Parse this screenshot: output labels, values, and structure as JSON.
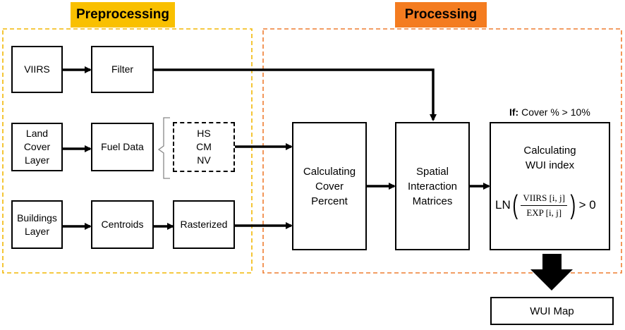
{
  "sections": {
    "preprocessing": {
      "label": "Preprocessing",
      "color": "#f9c000",
      "border_color": "#f2b705"
    },
    "processing": {
      "label": "Processing",
      "color": "#f47c20",
      "border_color": "#ee7d31"
    }
  },
  "nodes": {
    "viirs": "VIIRS",
    "filter": "Filter",
    "land_cover": "Land\nCover\nLayer",
    "fuel_data": "Fuel Data",
    "fuel_classes": [
      "HS",
      "CM",
      "NV"
    ],
    "buildings": "Buildings\nLayer",
    "centroids": "Centroids",
    "rasterized": "Rasterized",
    "cover_percent": "Calculating\nCover\nPercent",
    "spatial_interaction": "Spatial\nInteraction\nMatrices",
    "wui_index": "Calculating\nWUI index",
    "wui_map": "WUI Map"
  },
  "condition": {
    "prefix": "If:",
    "text": "Cover % > 10%"
  },
  "formula": {
    "ln": "LN",
    "numerator": "VIIRS [i, j]",
    "denominator": "EXP [i, j]",
    "comparison": "> 0"
  }
}
